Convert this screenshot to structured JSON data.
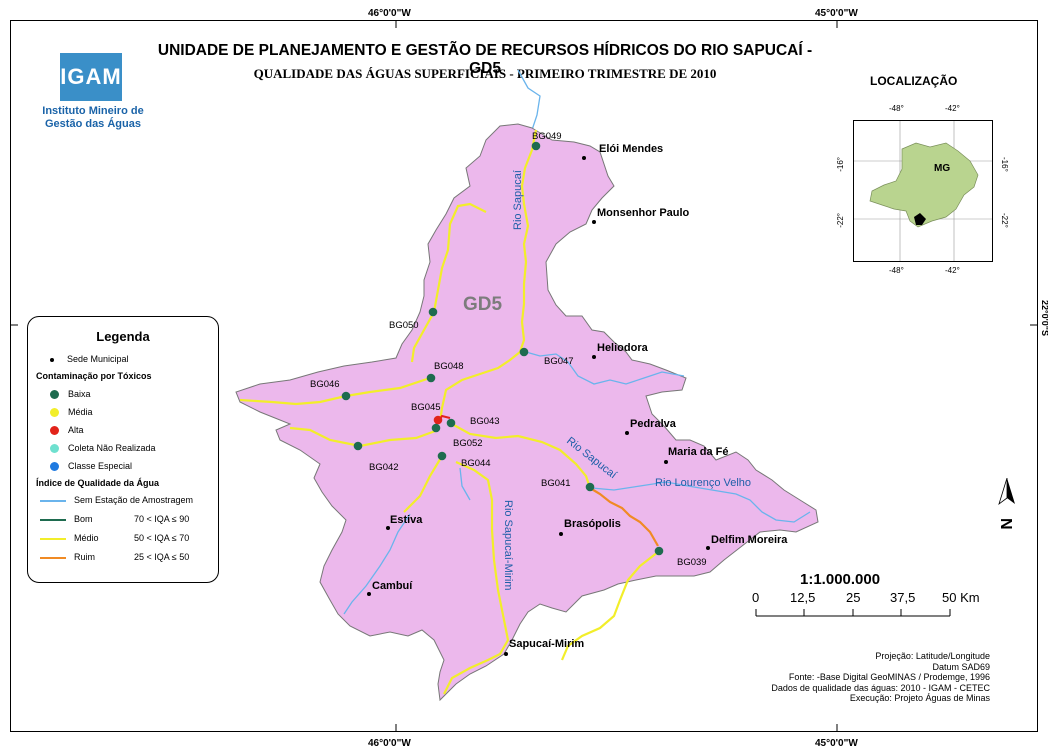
{
  "title": "UNIDADE DE PLANEJAMENTO E GESTÃO DE RECURSOS HÍDRICOS DO RIO SAPUCAÍ - GD5",
  "subtitle": "QUALIDADE DAS ÁGUAS SUPERFICIAIS - PRIMEIRO TRIMESTRE DE 2010",
  "graticule": {
    "top_left": "46°0'0\"W",
    "top_right": "45°0'0\"W",
    "bottom_left": "46°0'0\"W",
    "bottom_right": "45°0'0\"W",
    "right_side": "22°0'0\"S"
  },
  "logo": {
    "mark": "IGAM",
    "line1": "Instituto Mineiro de",
    "line2": "Gestão das Águas"
  },
  "region_label": "GD5",
  "rivers": {
    "sapucai_north": "Rio Sapucaí",
    "sapucai_south": "Rio Sapucaí",
    "lourenco_velho": "Rio Lourenço Velho",
    "sapucai_mirim": "Rio Sapucaí-Mirim"
  },
  "cities": [
    {
      "name": "Elói Mendes"
    },
    {
      "name": "Monsenhor Paulo"
    },
    {
      "name": "Heliodora"
    },
    {
      "name": "Pedralva"
    },
    {
      "name": "Maria da Fé"
    },
    {
      "name": "Delfim Moreira"
    },
    {
      "name": "Brasópolis"
    },
    {
      "name": "Estiva"
    },
    {
      "name": "Cambuí"
    },
    {
      "name": "Sapucaí-Mirim"
    }
  ],
  "stations": [
    {
      "id": "BG049",
      "class": "Baixa"
    },
    {
      "id": "BG050",
      "class": "Baixa"
    },
    {
      "id": "BG048",
      "class": "Baixa"
    },
    {
      "id": "BG047",
      "class": "Baixa"
    },
    {
      "id": "BG046",
      "class": "Baixa"
    },
    {
      "id": "BG045",
      "class": "Alta"
    },
    {
      "id": "BG043",
      "class": "Baixa"
    },
    {
      "id": "BG052",
      "class": "Baixa"
    },
    {
      "id": "BG042",
      "class": "Baixa"
    },
    {
      "id": "BG044",
      "class": "Baixa"
    },
    {
      "id": "BG041",
      "class": "Baixa"
    },
    {
      "id": "BG039",
      "class": "Baixa"
    }
  ],
  "legend": {
    "title": "Legenda",
    "sede": "Sede Municipal",
    "tox_title": "Contaminação por Tóxicos",
    "tox_items": [
      {
        "label": "Baixa",
        "color": "#1e6b4f"
      },
      {
        "label": "Média",
        "color": "#f2ee2a"
      },
      {
        "label": "Alta",
        "color": "#e2231a"
      },
      {
        "label": "Coleta Não Realizada",
        "color": "#6fe0cf"
      },
      {
        "label": "Classe Especial",
        "color": "#1f7ae0"
      }
    ],
    "iqa_title": "Índice de Qualidade da Água",
    "iqa_items": [
      {
        "label": "Sem Estação de Amostragem",
        "range": "",
        "color": "#6ab4ec"
      },
      {
        "label": "Bom",
        "range": "70 < IQA ≤ 90",
        "color": "#1e6b4f"
      },
      {
        "label": "Médio",
        "range": "50 < IQA ≤ 70",
        "color": "#f2ee2a"
      },
      {
        "label": "Ruim",
        "range": "25 < IQA ≤ 50",
        "color": "#f08a24"
      }
    ]
  },
  "location": {
    "title": "LOCALIZAÇÃO",
    "state": "MG",
    "lon_labels": [
      "-48°",
      "-42°"
    ],
    "lat_labels": [
      "-16°",
      "-22°"
    ]
  },
  "scale": {
    "ratio": "1:1.000.000",
    "ticks": [
      "0",
      "12,5",
      "25",
      "37,5",
      "50 Km"
    ]
  },
  "credits": [
    "Projeção: Latitude/Longitude",
    "Datum SAD69",
    "Fonte: -Base Digital GeoMINAS / Prodemge, 1996",
    "Dados de qualidade das águas: 2010 - IGAM - CETEC",
    "Execução: Projeto Águas de Minas"
  ],
  "north_letter": "N",
  "colors": {
    "basin_fill": "#ecb8ec",
    "river": "#6ab4ec",
    "iqa_medio": "#f2ee2a",
    "iqa_ruim": "#f08a24",
    "station_baixa": "#1e6b4f",
    "station_alta": "#e2231a",
    "inset_state": "#b9d48f"
  }
}
